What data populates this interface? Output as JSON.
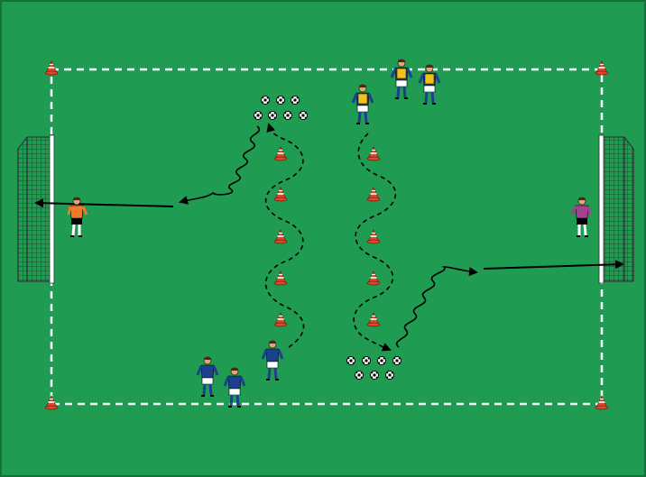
{
  "colors": {
    "pitch": "#1f9c52",
    "pitch_border": "#176f3a",
    "boundary": "#ffffff",
    "cone_orange": "#e0472a",
    "cone_white": "#ffffff",
    "goal_net": "#2a2a2a",
    "goal_post": "#ffffff",
    "team_blue_shirt": "#1d3f8f",
    "team_blue_shorts": "#ffffff",
    "bib_yellow": "#f2c21b",
    "keeper_left": "#f07a2a",
    "keeper_right": "#a3418f",
    "arrow": "#000000",
    "ball": "#ffffff"
  },
  "diagram": {
    "corner_cones": 4,
    "slalom_columns": 2,
    "cones_per_column": 5,
    "ball_clusters": 2,
    "goals": 2,
    "goalkeepers": 2,
    "outfield_players_blue": 3,
    "outfield_players_yellow_bib": 3,
    "movement_paths": [
      "dribble-left",
      "dribble-right"
    ],
    "pass_paths": [
      "dribble-to-shot-left",
      "dribble-to-shot-right"
    ],
    "shot_paths": [
      "shot-left-goal",
      "shot-right-goal"
    ]
  }
}
